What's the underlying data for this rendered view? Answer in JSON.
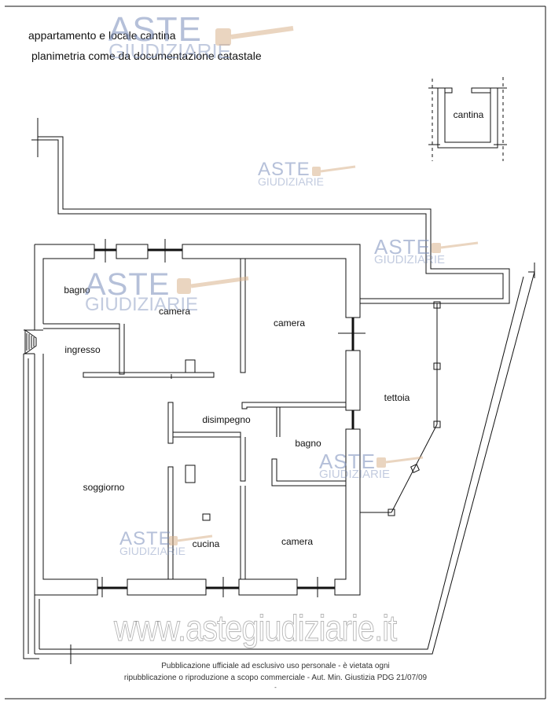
{
  "header": {
    "line1": "appartamento e locale cantina",
    "line2": "planimetria come da documentazione catastale"
  },
  "rooms": {
    "cantina": "cantina",
    "bagno_1": "bagno",
    "camera_1": "camera",
    "camera_2": "camera",
    "ingresso": "ingresso",
    "tettoia": "tettoia",
    "disimpegno": "disimpegno",
    "bagno_2": "bagno",
    "soggiorno": "soggiorno",
    "cucina": "cucina",
    "camera_3": "camera"
  },
  "watermark": {
    "brand_top": "ASTE",
    "brand_bottom": "GIUDIZIARIE",
    "url": "www.astegiudiziarie.it"
  },
  "footer": {
    "line1": "Pubblicazione ufficiale ad esclusivo uso personale - è vietata ogni",
    "line2": "ripubblicazione o riproduzione a scopo commerciale - Aut. Min. Giustizia PDG 21/07/09",
    "mark": "-"
  },
  "colors": {
    "wall": "#111111",
    "watermark": "#7f94bf",
    "gavel": "#d9b38c"
  }
}
